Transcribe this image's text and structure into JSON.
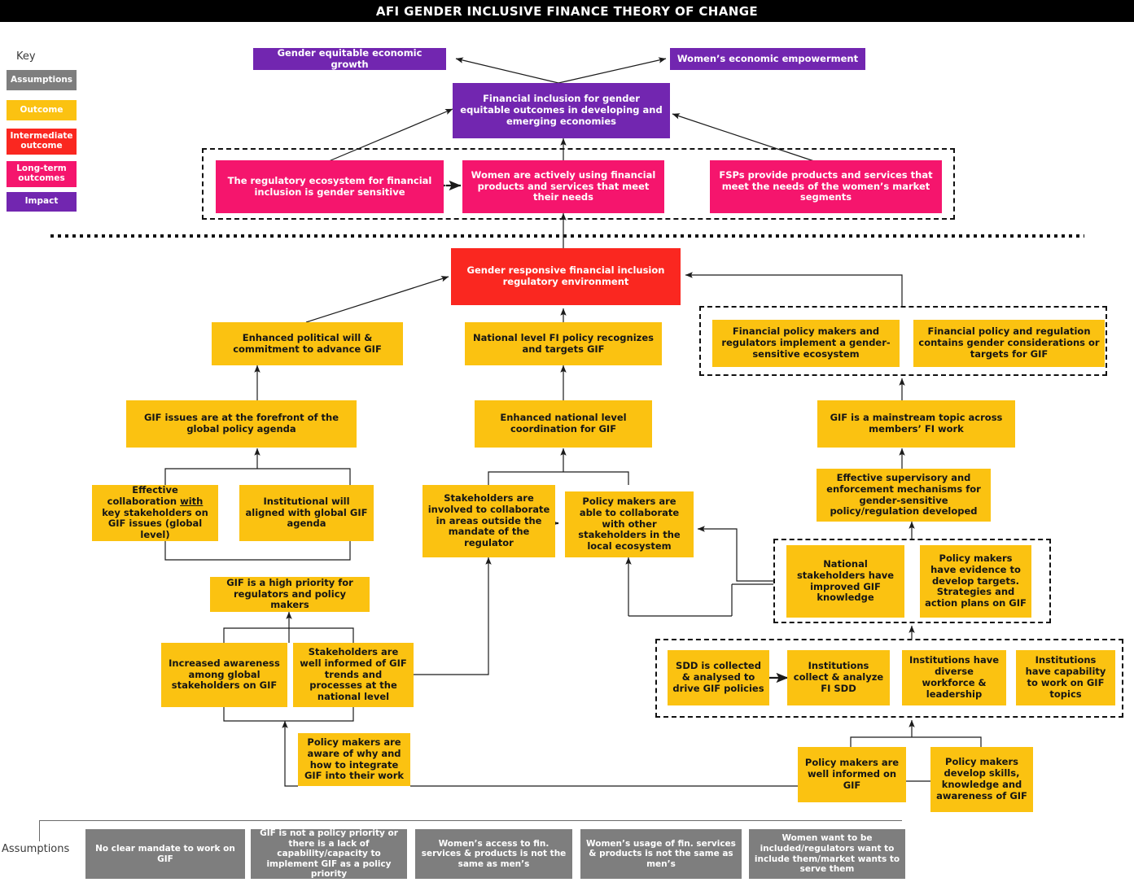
{
  "header": {
    "title": "AFI GENDER INCLUSIVE FINANCE THEORY OF CHANGE"
  },
  "key": {
    "label": "Key",
    "items": [
      {
        "label": "Assumptions",
        "color": "#7E7E7E"
      },
      {
        "label": "Outcome",
        "color": "#FBC211"
      },
      {
        "label": "Intermediate outcome",
        "color": "#FA2720"
      },
      {
        "label": "Long-term outcomes",
        "color": "#F5156D"
      },
      {
        "label": "Impact",
        "color": "#7226B0"
      }
    ]
  },
  "impact": {
    "growth": "Gender equitable economic growth",
    "empowerment": "Women’s economic empowerment",
    "central": "Financial inclusion for gender equitable outcomes in developing and emerging economies"
  },
  "long_term": {
    "regulatory": "The regulatory ecosystem for financial inclusion is gender sensitive",
    "women_using": "Women are actively using financial products and services that meet their needs",
    "fsps": "FSPs provide products and services that meet the needs of the women’s market segments"
  },
  "intermediate": {
    "gender_responsive": "Gender responsive financial inclusion regulatory environment"
  },
  "outcomes": {
    "political_will": "Enhanced political will & commitment to advance GIF",
    "national_policy": "National level FI policy recognizes and targets GIF",
    "policy_makers_implement": "Financial policy makers and regulators implement a gender-sensitive ecosystem",
    "policy_contains_gender": "Financial policy and regulation contains gender considerations or targets for GIF",
    "gif_forefront": "GIF issues are at the forefront of the global policy agenda",
    "national_coordination": "Enhanced national level coordination for GIF",
    "gif_mainstream": "GIF is a mainstream topic across members’ FI work",
    "effective_collab": "Effective collaboration with key stakeholders on GIF issues (global level)",
    "institutional_will": "Institutional will aligned with global GIF agenda",
    "stakeholders_involved": "Stakeholders are involved to collaborate in areas outside the mandate of the regulator",
    "policy_makers_collab": "Policy makers are able to collaborate with other stakeholders in the local ecosystem",
    "effective_supervisory": "Effective supervisory and enforcement mechanisms for gender-sensitive policy/regulation developed",
    "national_knowledge": "National stakeholders have improved GIF knowledge",
    "evidence_targets": "Policy makers have evidence to develop targets. Strategies and action plans on GIF",
    "gif_high_priority": "GIF is a high priority for regulators and policy makers",
    "increased_awareness": "Increased awareness among global stakeholders on GIF",
    "stakeholders_informed": "Stakeholders are well informed of GIF trends and processes at the national level",
    "sdd_collected": "SDD is collected & analysed to drive GIF policies",
    "institutions_collect": "Institutions collect & analyze FI SDD",
    "diverse_workforce": "Institutions have diverse workforce & leadership",
    "capability_gif": "Institutions have capability to work on GIF topics",
    "policy_makers_aware": "Policy makers are aware of why and how to integrate GIF into their work",
    "policy_makers_informed": "Policy makers are well informed on GIF",
    "policy_makers_skills": "Policy makers develop skills, knowledge and awareness of GIF"
  },
  "assumptions": {
    "label": "Assumptions",
    "items": [
      "No clear mandate to work on GIF",
      "GIF is not a policy priority or there is a lack of capability/capacity to implement GIF as a policy priority",
      "Women’s access to fin. services & products is not the same as men’s",
      "Women’s  usage of fin. services & products is not the same as men’s",
      "Women want to be included/regulators want to include them/market wants to serve them"
    ]
  },
  "underline_phrase": "with"
}
